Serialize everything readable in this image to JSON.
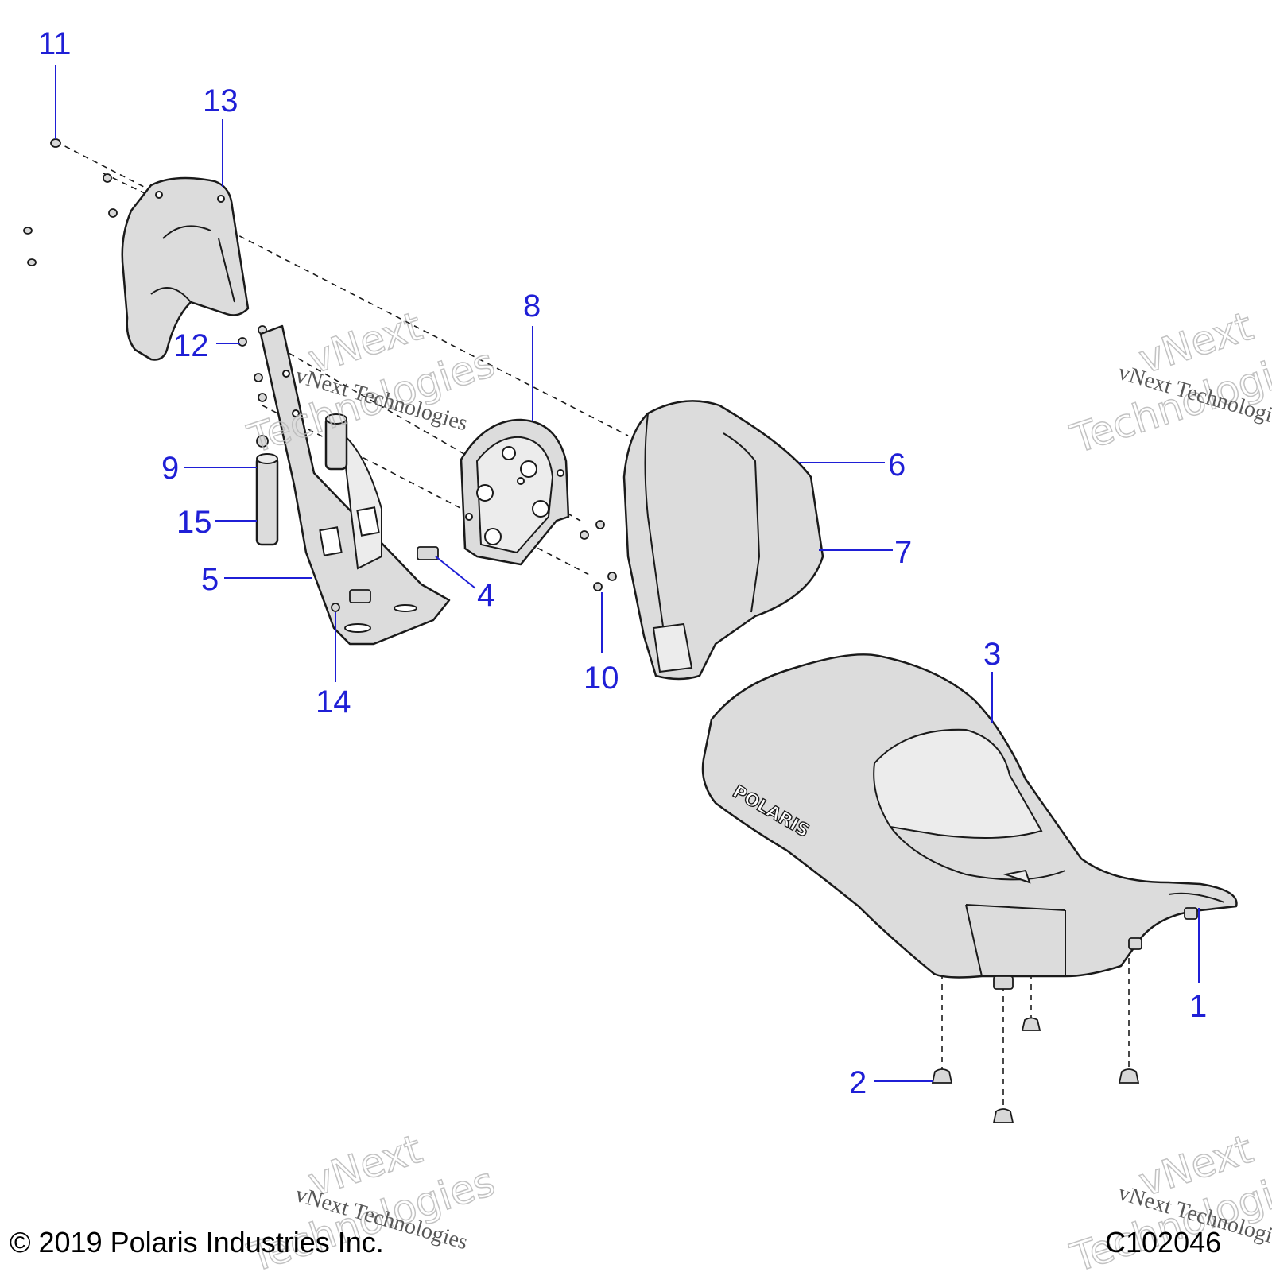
{
  "diagram": {
    "callouts": {
      "c1": "1",
      "c2": "2",
      "c3": "3",
      "c4": "4",
      "c5": "5",
      "c6": "6",
      "c7": "7",
      "c8": "8",
      "c9": "9",
      "c10": "10",
      "c11": "11",
      "c12": "12",
      "c13": "13",
      "c14": "14",
      "c15": "15"
    },
    "seat_logo": "POLARIS",
    "colors": {
      "callout": "#1f1fd6",
      "line": "#1a1a1a",
      "part_fill": "#dcdcdc"
    }
  },
  "watermark": {
    "small": "vNext Technologies",
    "big_top": "vNext",
    "big_bottom": "Technologies"
  },
  "footer": {
    "copyright": "© 2019 Polaris Industries Inc.",
    "figure_id": "C102046"
  }
}
